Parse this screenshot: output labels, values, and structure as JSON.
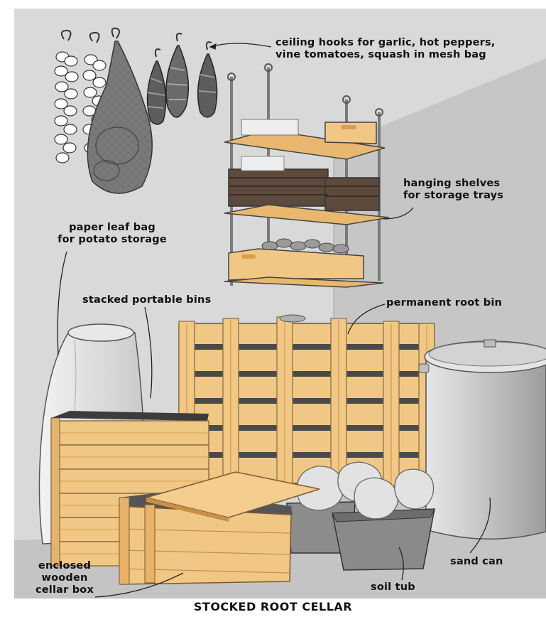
{
  "diagram": {
    "title": "STOCKED ROOT CELLAR",
    "labels": {
      "ceiling_hooks": "ceiling hooks for garlic, hot peppers,\nvine tomatoes, squash in mesh bag",
      "hanging_shelves": "hanging shelves\nfor storage trays",
      "paper_bag": "paper leaf bag\nfor potato storage",
      "portable_bins": "stacked portable bins",
      "root_bin": "permanent root bin",
      "sand_can": "sand can",
      "soil_tub": "soil tub",
      "cellar_box": "enclosed\nwooden\ncellar box"
    }
  },
  "colors": {
    "wall_back": "#d9d9d9",
    "wall_right": "#c6c6c6",
    "floor": "#c9c9c9",
    "wood": "#f1c785",
    "wood_dark": "#d99d4f",
    "metal": "#c8c8c8",
    "slat_shadow": "#4a4a4a"
  }
}
